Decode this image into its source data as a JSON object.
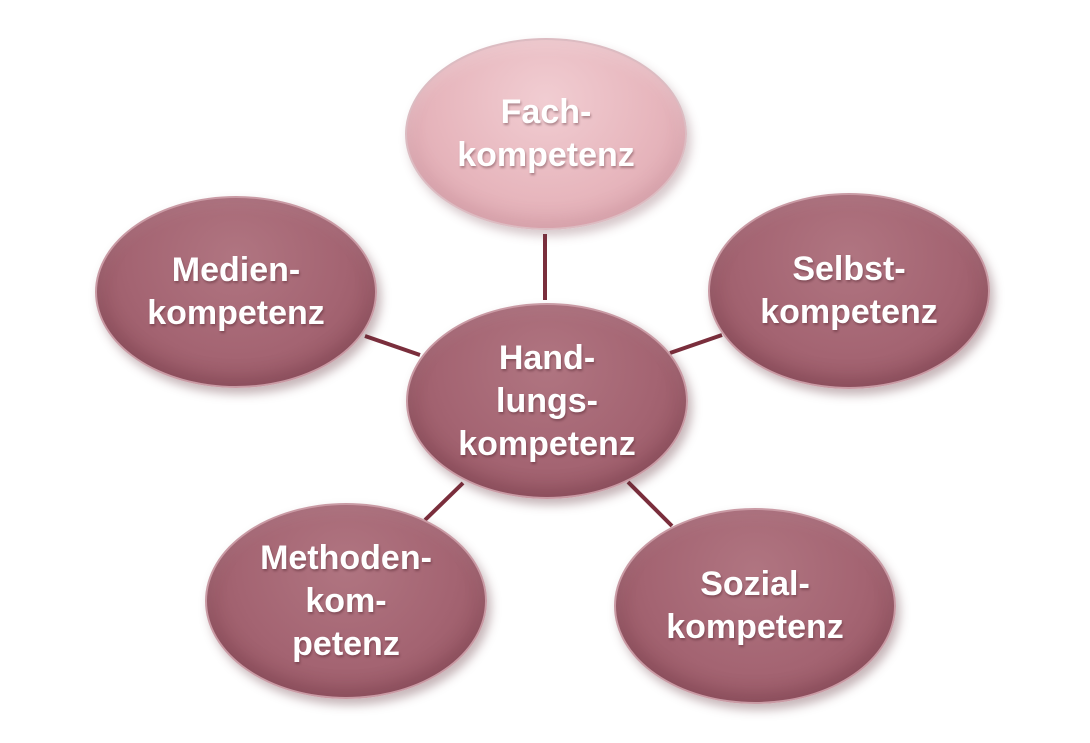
{
  "colors": {
    "node_fill": "#a46472",
    "highlight_fill": "#e7b6bd",
    "connector": "#7a2e3c",
    "text": "#ffffff"
  },
  "nodes": {
    "fach": {
      "lines": [
        "Fach-",
        "kompetenz"
      ],
      "highlighted": true
    },
    "medien": {
      "lines": [
        "Medien-",
        "kompetenz"
      ]
    },
    "selbst": {
      "lines": [
        "Selbst-",
        "kompetenz"
      ]
    },
    "handlung": {
      "lines": [
        "Hand-",
        "lungs-",
        "kompetenz"
      ]
    },
    "methoden": {
      "lines": [
        "Methoden-",
        "kom-",
        "petenz"
      ]
    },
    "sozial": {
      "lines": [
        "Sozial-",
        "kompetenz"
      ]
    }
  }
}
